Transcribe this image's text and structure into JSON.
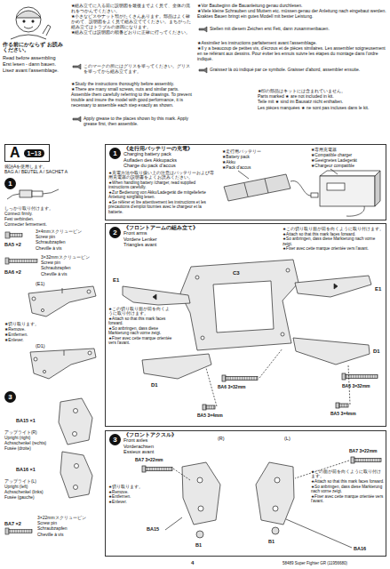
{
  "diagram": {
    "nodes": [
      {
        "text": [
          "A",
          "1~13"
        ]
      },
      {
        "text": [
          "1"
        ]
      },
      {
        "text": [
          "《走行用バッテリーの充電》",
          "Charging battery pack",
          "Aufladen des Akkupacks",
          "Charge du pack d'accus"
        ]
      },
      {
        "text": [
          "1"
        ],
        "in": 2
      },
      {
        "text": [
          "《フロントアームの組み立て》",
          "Front arms",
          "Vordere Lenker",
          "Triangles avant"
        ]
      },
      {
        "text": [
          "2"
        ],
        "in": 4
      },
      {
        "text": [
          "3"
        ]
      },
      {
        "text": [
          "《フロントアクスル》",
          "Front axles",
          "Vorderachsen",
          "Essieux avant"
        ]
      },
      {
        "text": [
          "3"
        ],
        "in": 7
      }
    ],
    "labels": [
      "作る前にかならず お読みください。",
      "Read before assembling",
      "Erst lesen - dann bauen.",
      "Lisez avant l'assemblage.",
      "★組み立てに入る前に説明図を最後までよく見て、全体の流れをつかんでください。",
      "★小さなビスやナット類がたくさんあります。部品はよく確かめて、説明図をよく見て組み立ててください。まちがった組み立てはトラブルの原因になります。",
      "★組み立ては説明図の順番どおりに正確に行ってください。",
      "このマークの所にはグリスを塗ってください。グリスを塗ってから組み立てます。",
      "★Study the instructions thoroughly before assembly.",
      "★There are many small screws, nuts and similar parts. Assemble them carefully referring to the drawings. To prevent trouble and insure the model with good performance, it is necessary to assemble each step exactly as shown.",
      "Apply grease to the places shown by this mark. Apply grease first, then assemble.",
      "★Vor Baubeginn die Bauanleitung genau durchlesen.",
      "★Viele kleine Schrauben und Muttern etc. müssen genau der Anleitung nach eingebaut werden. Exaktes Bauen bringt ein gutes Modell mit bester Leistung.",
      "Stellen mit diesem Zeichen erst Fett, dann zusammenbauen.",
      "★Assimilez les instructions parfaitement avant l'assemblage.",
      "★Il y a beaucoup de petites vis, d'écrous et de pièces similaires. Les assembler soigneusement en se référant aux dessins. Pour éviter les ennuis suivre les étapes du montage dans l'ordre indiqué.",
      "Graissez là où indiqué par ce symbole. Graisser d'abord, assembler ensuite.",
      "★印の部品はキットには含まれていません。",
      "Parts marked ★ are not included in kit.",
      "Teile mit ★ sind im Bausatz nicht enthalten.",
      "Les pièces marquées ★ ne sont pas incluses dans le kit.",
      "袋詰Aを使用します。",
      "BAG A / BEUTEL A / SACHET A",
      "しっかり取り付けます。",
      "Connect firmly.",
      "Fest verbinden.",
      "Connecter fermement.",
      "BA5 ×2",
      "3×4mmスクリューピン",
      "Screw pin",
      "Schraubzapfen",
      "Cheville à vis",
      "BA6 ×2",
      "3×32mmスクリューピン",
      "Screw pin",
      "Schraubzapfen",
      "Cheville à vis",
      "(E1)",
      "★切り取ります。",
      "★Remove.",
      "★Entfernen.",
      "★Enlever.",
      "(D1)",
      "BA15 ×1",
      "アップライト(R)",
      "Upright (right)",
      "Achsschenkel (rechts)",
      "Fusée (droite)",
      "BA16 ×1",
      "アップライト(L)",
      "Upright (left)",
      "Achsschenkel (links)",
      "Fusée (gauche)",
      "BA7 ×2",
      "3×22mmスクリューピン",
      "Screw pin",
      "Schraubzapfen",
      "Cheville à vis",
      "★充電方法や取り扱い上の注意はバッテリーおよび専用充電器の説明書をよくお読みください。",
      "★When handling battery /charger, read supplied instructions carefully.",
      "★Zur Bedienung von Akku/Ladegerät die mitgelieferte Anleitung sorgfältig lesen.",
      "★Se référer et lire attentivement les instructions et les précautions d'emploi fournies avec le chargeur et la batterie.",
      "★走行用バッテリー",
      "★Battery pack",
      "★Akku",
      "★Pack d'accus",
      "★専用充電器",
      "★Compatible charger",
      "★Geeignetes Ladegerät",
      "★Chargeur compatible",
      "★この切り取り面が前を向くように取り付けます。",
      "★Attach so that this mark faces forward.",
      "★So anbringen, dass diese Markierung nach vorne zeigt.",
      "★Fixer avec cette marque orientée vers l'avant.",
      "★この切り取り面が前を向くように取り付けます。",
      "★Attach so that this mark faces forward.",
      "★So anbringen, dass diese Markierung nach vorne zeigt.",
      "★Fixer avec cette marque orientée vers l'avant.",
      "C3",
      "E1",
      "E1",
      "D1",
      "D1",
      "BA6 3×32mm",
      "BA6 3×32mm",
      "BA5 3×4mm",
      "BA5 3×4mm",
      "(R)",
      "(L)",
      "BA7 3×22mm",
      "BA7 3×22mm",
      "★切り取ります。",
      "★Remove.",
      "★Entfernen.",
      "★Enlever.",
      "★この面が前を向くように取り付けます。",
      "★Attach so that this mark faces forward.",
      "★So anbringen, dass diese Markierung nach vorne zeigt.",
      "★Fixer avec cette marque orientée vers l'avant.",
      "BA15",
      "B1",
      "B1",
      "BA16",
      "4",
      "58489 Super Fighter GR (11956680)"
    ]
  }
}
